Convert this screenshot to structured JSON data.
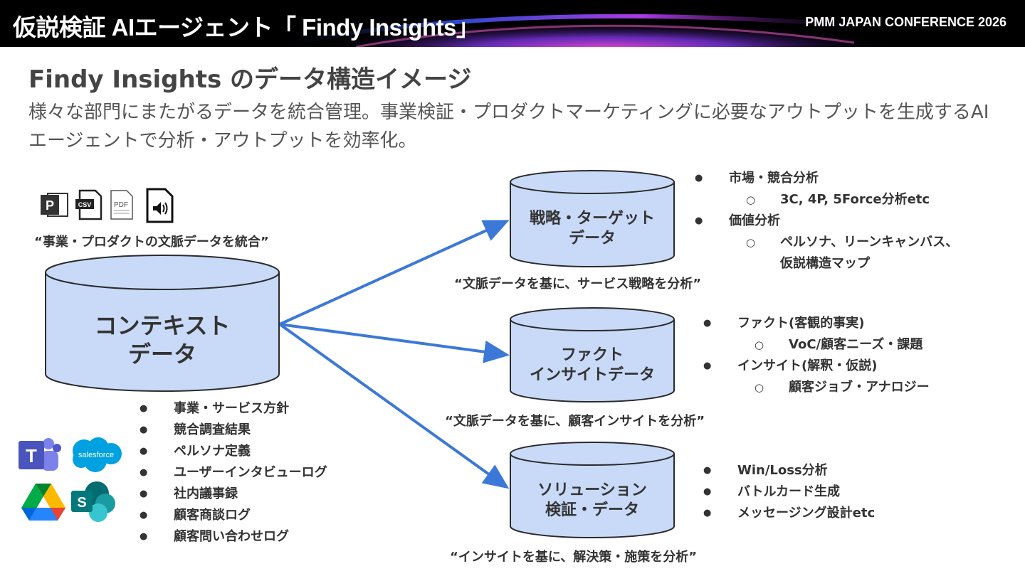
{
  "header": {
    "title": "仮説検証 AIエージェント「 Findy Insights」",
    "conference": "PMM JAPAN CONFERENCE 2026"
  },
  "page_title": "Findy Insights のデータ構造イメージ",
  "subtitle": "様々な部門にまたがるデータを統合管理。事業検証・プロダクトマーケティングに必要なアウトプットを生成するAIエージェントで分析・アウトプットを効率化。",
  "source_icons": [
    {
      "name": "powerpoint-file-icon",
      "label": "P"
    },
    {
      "name": "csv-file-icon",
      "label": "CSV"
    },
    {
      "name": "pdf-file-icon",
      "label": "PDF"
    },
    {
      "name": "audio-file-icon"
    }
  ],
  "source_caption": "“事業・プロダクトの文脈データを統合”",
  "context_db": {
    "label": "コンテキスト\nデータ",
    "items": [
      "事業・サービス方針",
      "競合調査結果",
      "ペルソナ定義",
      "ユーザーインタビューログ",
      "社内議事録",
      "顧客商談ログ",
      "顧客問い合わせログ"
    ]
  },
  "tool_icons": [
    {
      "name": "teams-icon",
      "label": "T"
    },
    {
      "name": "salesforce-icon",
      "label": "salesforce"
    },
    {
      "name": "google-drive-icon"
    },
    {
      "name": "sharepoint-icon",
      "label": "S"
    }
  ],
  "outputs": [
    {
      "label": "戦略・ターゲット\nデータ",
      "caption": "“文脈データを基に、サービス戦略を分析”",
      "bullets": [
        {
          "level": 1,
          "text": "市場・競合分析"
        },
        {
          "level": 2,
          "text": "3C, 4P, 5Force分析etc"
        },
        {
          "level": 1,
          "text": "価値分析"
        },
        {
          "level": 2,
          "text": "ペルソナ、リーンキャンバス、"
        },
        {
          "level": 3,
          "text": "仮説構造マップ"
        }
      ]
    },
    {
      "label": "ファクト\nインサイトデータ",
      "caption": "“文脈データを基に、顧客インサイトを分析”",
      "bullets": [
        {
          "level": 1,
          "text": "ファクト(客観的事実)"
        },
        {
          "level": 2,
          "text": "VoC/顧客ニーズ・課題"
        },
        {
          "level": 1,
          "text": "インサイト(解釈・仮説)"
        },
        {
          "level": 2,
          "text": "顧客ジョブ・アナロジー"
        }
      ]
    },
    {
      "label": "ソリューション\n検証・データ",
      "caption": "“インサイトを基に、解決策・施策を分析”",
      "bullets": [
        {
          "level": 1,
          "text": "Win/Loss分析"
        },
        {
          "level": 1,
          "text": "バトルカード生成"
        },
        {
          "level": 1,
          "text": "メッセージング設計etc"
        }
      ]
    }
  ],
  "colors": {
    "cylinder_fill": "#c9daf8",
    "cylinder_stroke": "#2b2b2b",
    "arrow": "#3c78d8"
  }
}
